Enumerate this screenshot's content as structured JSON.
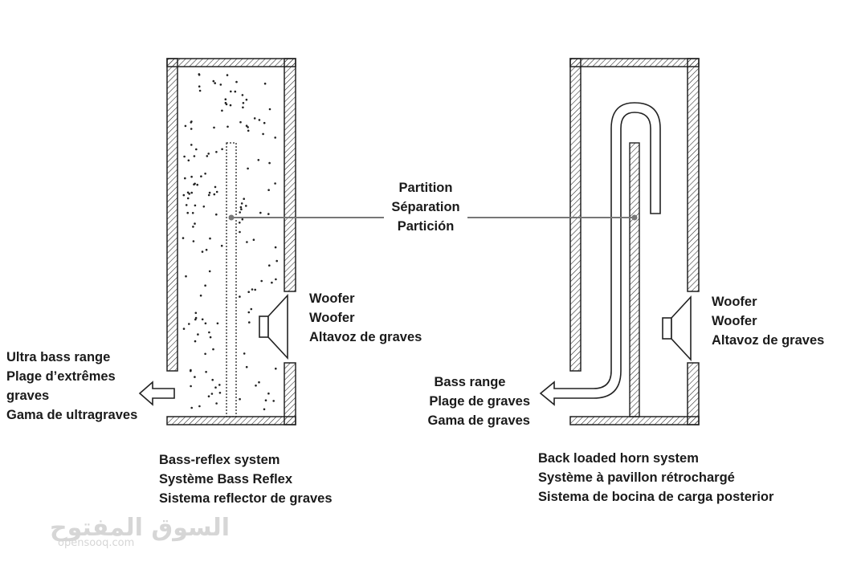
{
  "partition": {
    "labels": [
      "Partition",
      "Séparation",
      "Partición"
    ]
  },
  "left": {
    "woofer_labels": [
      "Woofer",
      "Woofer",
      "Altavoz de graves"
    ],
    "output_labels": [
      "Ultra bass range",
      "Plage d’extrêmes",
      "graves",
      "Gama de ultragraves"
    ],
    "caption": [
      "Bass-reflex system",
      "Système Bass Reflex",
      "Sistema reflector de graves"
    ]
  },
  "right": {
    "woofer_labels": [
      "Woofer",
      "Woofer",
      "Altavoz de graves"
    ],
    "output_labels": [
      "Bass range",
      "Plage de graves",
      "Gama de graves"
    ],
    "caption": [
      "Back loaded horn system",
      "Système à pavillon rétrochargé",
      "Sistema de bocina de carga posterior"
    ]
  },
  "watermark": {
    "arabic": "السوق المفتوح",
    "latin": "opensooq.com"
  },
  "colors": {
    "line": "#222222",
    "pointer": "#777777",
    "watermark": "#d6d6d6"
  }
}
